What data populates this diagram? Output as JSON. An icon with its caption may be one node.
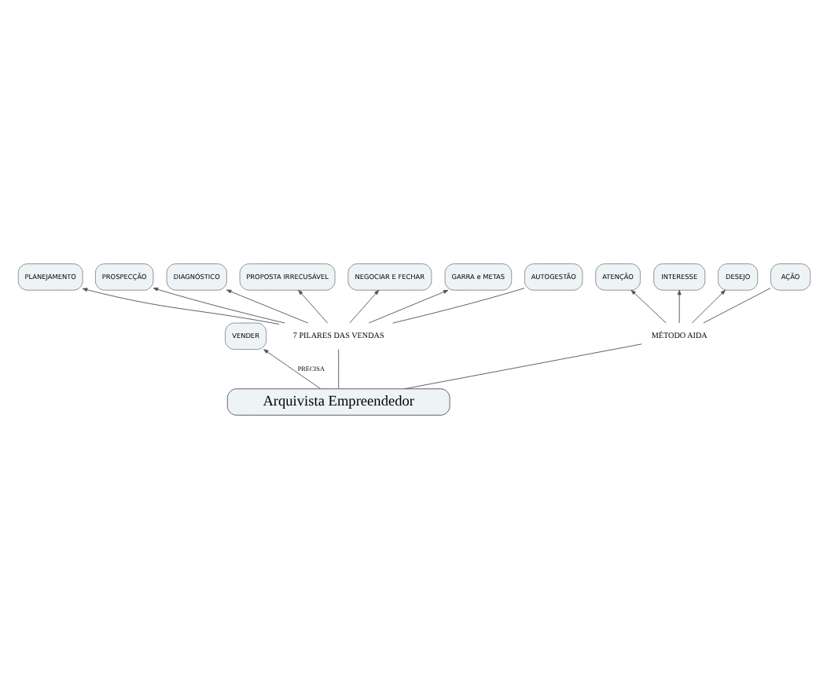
{
  "diagram": {
    "nodes": [
      {
        "text": [
          "PLANEJAMENTO"
        ]
      },
      {
        "text": [
          "PROSPECÇÃO"
        ]
      },
      {
        "text": [
          "VENDER"
        ]
      },
      {
        "text": [
          "DIAGNÓSTICO"
        ]
      },
      {
        "text": [
          "ATENÇÃO"
        ]
      },
      {
        "text": [
          "PROPOSTA IRRECUSÁVEL"
        ]
      },
      {
        "text": [
          "INTERESSE"
        ]
      },
      {
        "text": [
          "7 PILARES DAS VENDAS"
        ]
      },
      {
        "text": [
          "NEGOCIAR E FECHAR"
        ]
      },
      {
        "text": [
          "MÉTODO AIDA"
        ]
      },
      {
        "text": [
          "GARRA e METAS"
        ]
      },
      {
        "text": [
          "DESEJO"
        ]
      },
      {
        "text": [
          "AUTOGESTÃO"
        ]
      },
      {
        "text": [
          "AÇÃO"
        ]
      },
      {
        "text": [
          "Arquivista Empreendedor"
        ]
      }
    ],
    "edges": [
      {
        "from": 14,
        "to": 7,
        "arrow": "none"
      },
      {
        "from": 14,
        "to": 2,
        "arrow": "to",
        "label": "PRECISA"
      },
      {
        "from": 14,
        "to": 9,
        "arrow": "none"
      },
      {
        "from": 7,
        "to": 0,
        "arrow": "to"
      },
      {
        "from": 7,
        "to": 1,
        "arrow": "to"
      },
      {
        "from": 7,
        "to": 3,
        "arrow": "to"
      },
      {
        "from": 7,
        "to": 5,
        "arrow": "to"
      },
      {
        "from": 7,
        "to": 8,
        "arrow": "to"
      },
      {
        "from": 7,
        "to": 10,
        "arrow": "to"
      },
      {
        "from": 7,
        "to": 12,
        "arrow": "none"
      },
      {
        "from": 9,
        "to": 4,
        "arrow": "to"
      },
      {
        "from": 9,
        "to": 6,
        "arrow": "to"
      },
      {
        "from": 9,
        "to": 11,
        "arrow": "to"
      },
      {
        "from": 9,
        "to": 13,
        "arrow": "none"
      }
    ]
  }
}
